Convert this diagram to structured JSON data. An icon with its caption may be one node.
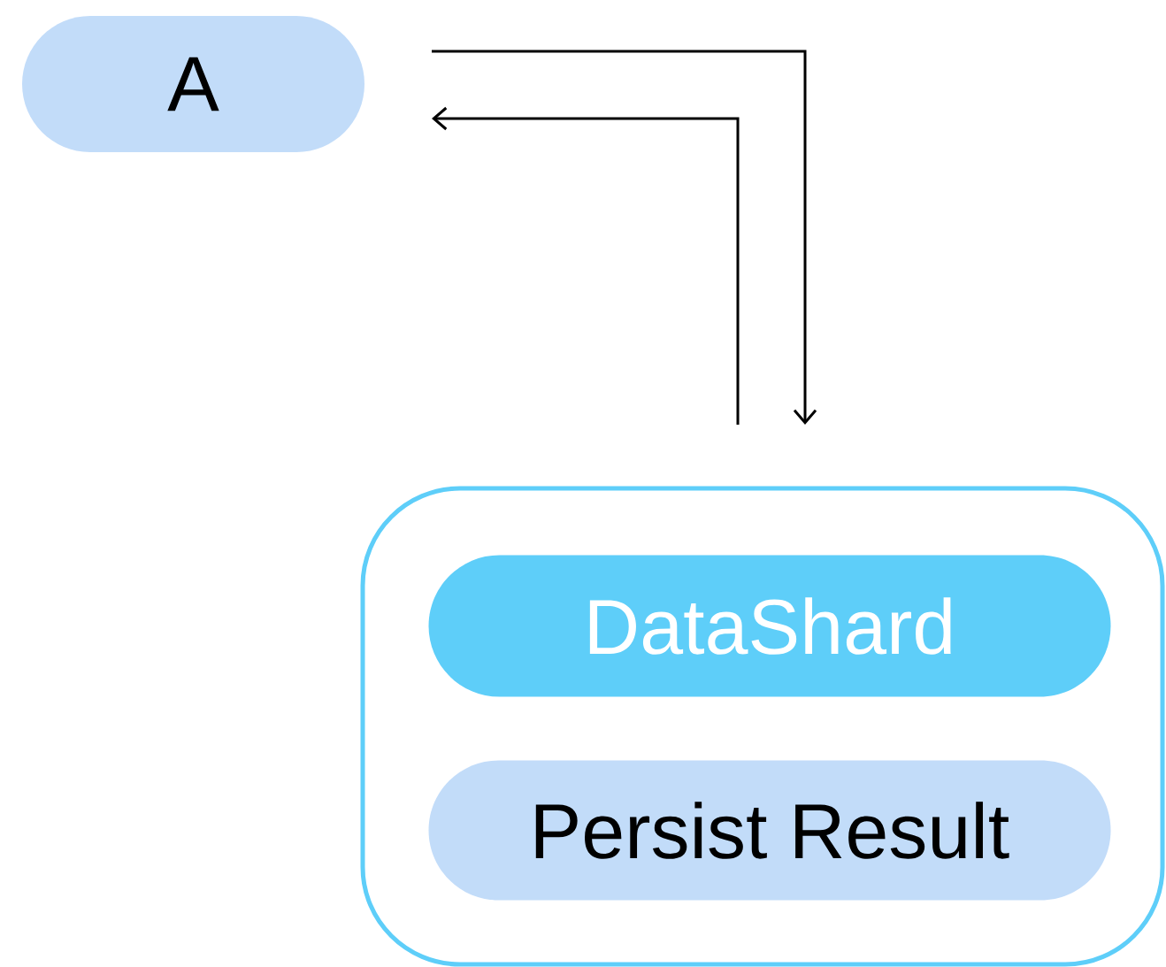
{
  "diagram": {
    "nodes": [
      {
        "text": [
          "A"
        ]
      },
      {
        "text": [],
        "shape": "box"
      },
      {
        "text": [
          "DataShard"
        ],
        "in": 1
      },
      {
        "text": [
          "Persist Result"
        ],
        "in": 1
      }
    ],
    "edges": [
      {
        "from": 0,
        "to": 1,
        "arrow": "to"
      },
      {
        "from": 1,
        "to": 0,
        "arrow": "to"
      }
    ]
  }
}
